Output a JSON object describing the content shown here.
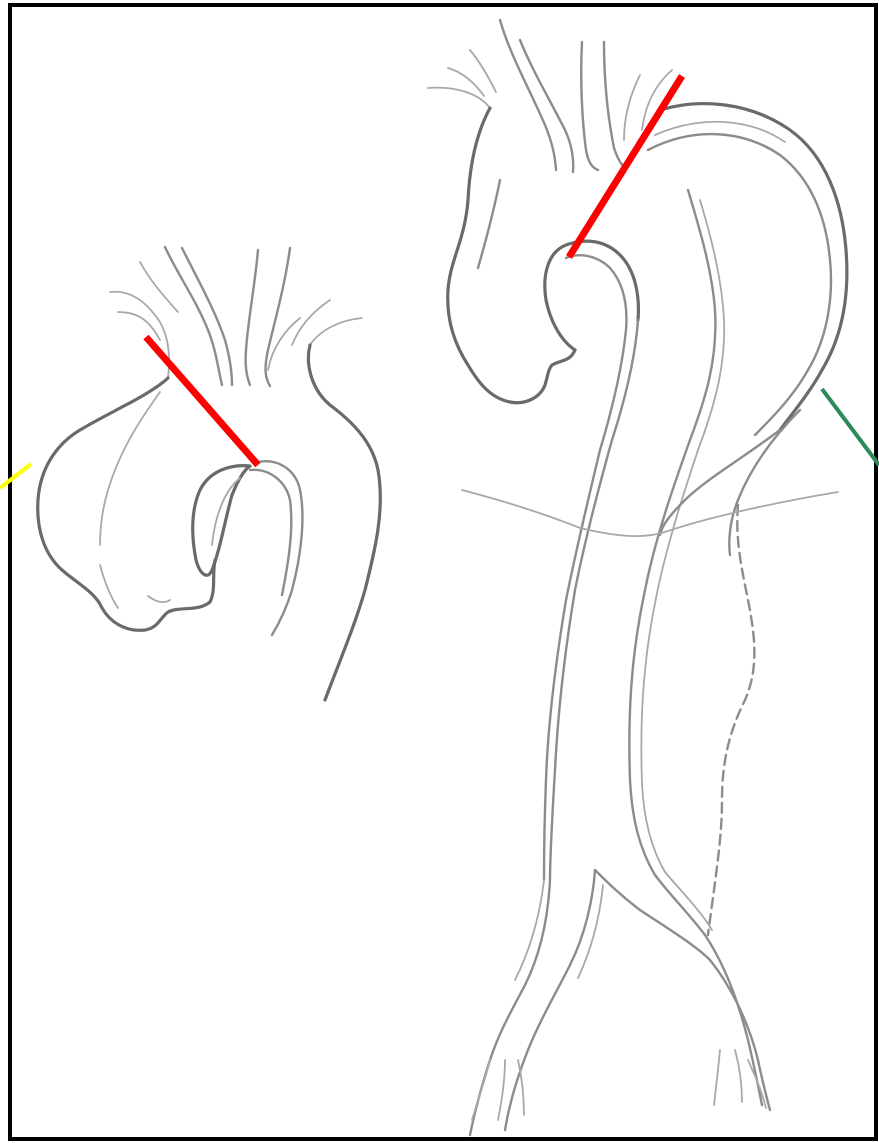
{
  "colors": {
    "background": "#ffffff",
    "border": "#000000",
    "vessel_ink": "#8c8c8c",
    "marker_red": "#ff0000",
    "marker_green": "#2e8b57",
    "marker_yellow": "#ffff00"
  },
  "figure": {
    "panels": [
      "left-aortic-arch-aneurysm",
      "right-thoracoabdominal-aorta-with-graft"
    ],
    "markers": [
      "left-arch-red-cut-line",
      "right-arch-red-cut-line",
      "right-descending-green-pointer",
      "left-yellow-pointer"
    ]
  }
}
